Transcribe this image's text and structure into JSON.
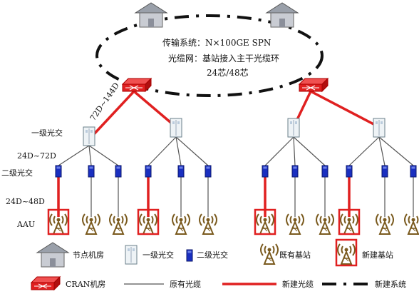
{
  "ring": {
    "line1": "传输系统：N×100GE SPN",
    "line2": "光缆网：基站接入主干光缆环",
    "line3": "24芯/48芯"
  },
  "labels": {
    "first_level": "一级光交",
    "second_level": "二级光交",
    "aau": "AAU",
    "fiber_72_144": "72D~144D",
    "fiber_24_72": "24D~72D",
    "fiber_24_48": "24D~48D"
  },
  "legend": {
    "node_room": "节点机房",
    "first_level": "一级光交",
    "second_level": "二级光交",
    "existing_site": "既有基站",
    "new_site": "新建基站",
    "cran_room": "CRAN机房",
    "existing_fiber": "原有光缆",
    "new_fiber": "新建光缆",
    "new_system": "新建系统"
  },
  "colors": {
    "new": "#e02020",
    "existing": "#555555",
    "fiber_box": "#1a2fc0",
    "antenna": "#7a5a1e",
    "house_roof": "#8b8f9a",
    "cran": "#e02020"
  }
}
